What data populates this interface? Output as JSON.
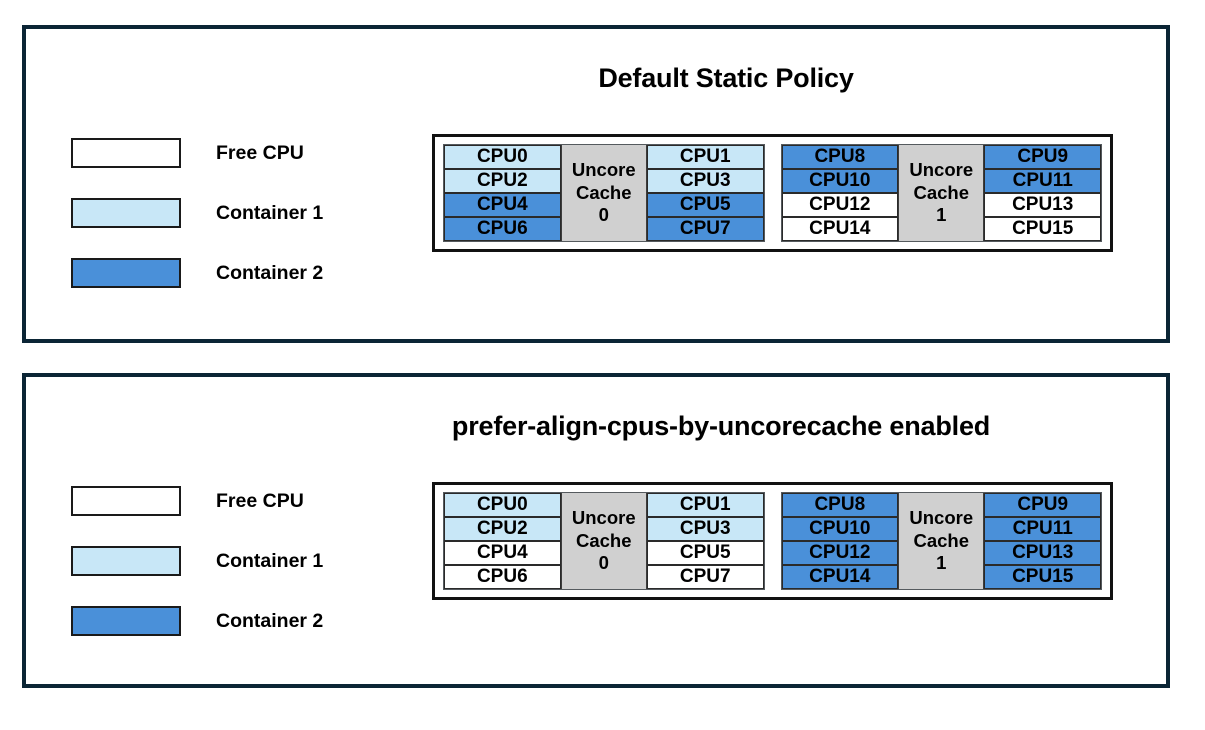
{
  "colors": {
    "free": "#ffffff",
    "container1": "#c8e7f7",
    "container2": "#4a90d9",
    "uncore": "#d0d0d0",
    "panel_border": "#0b2535",
    "cell_border": "#2a2a2a"
  },
  "legend": {
    "items": [
      {
        "label": "Free CPU",
        "fill": "free"
      },
      {
        "label": "Container 1",
        "fill": "container1"
      },
      {
        "label": "Container 2",
        "fill": "container2"
      }
    ]
  },
  "panels": [
    {
      "title": "Default Static Policy",
      "sockets": [
        {
          "uncore_line1": "Uncore",
          "uncore_line2": "Cache",
          "uncore_line3": "0",
          "left_cells": [
            {
              "label": "CPU0",
              "fill": "container1"
            },
            {
              "label": "CPU2",
              "fill": "container1"
            },
            {
              "label": "CPU4",
              "fill": "container2"
            },
            {
              "label": "CPU6",
              "fill": "container2"
            }
          ],
          "right_cells": [
            {
              "label": "CPU1",
              "fill": "container1"
            },
            {
              "label": "CPU3",
              "fill": "container1"
            },
            {
              "label": "CPU5",
              "fill": "container2"
            },
            {
              "label": "CPU7",
              "fill": "container2"
            }
          ]
        },
        {
          "uncore_line1": "Uncore",
          "uncore_line2": "Cache",
          "uncore_line3": "1",
          "left_cells": [
            {
              "label": "CPU8",
              "fill": "container2"
            },
            {
              "label": "CPU10",
              "fill": "container2"
            },
            {
              "label": "CPU12",
              "fill": "free"
            },
            {
              "label": "CPU14",
              "fill": "free"
            }
          ],
          "right_cells": [
            {
              "label": "CPU9",
              "fill": "container2"
            },
            {
              "label": "CPU11",
              "fill": "container2"
            },
            {
              "label": "CPU13",
              "fill": "free"
            },
            {
              "label": "CPU15",
              "fill": "free"
            }
          ]
        }
      ]
    },
    {
      "title": "prefer-align-cpus-by-uncorecache enabled",
      "sockets": [
        {
          "uncore_line1": "Uncore",
          "uncore_line2": "Cache",
          "uncore_line3": "0",
          "left_cells": [
            {
              "label": "CPU0",
              "fill": "container1"
            },
            {
              "label": "CPU2",
              "fill": "container1"
            },
            {
              "label": "CPU4",
              "fill": "free"
            },
            {
              "label": "CPU6",
              "fill": "free"
            }
          ],
          "right_cells": [
            {
              "label": "CPU1",
              "fill": "container1"
            },
            {
              "label": "CPU3",
              "fill": "container1"
            },
            {
              "label": "CPU5",
              "fill": "free"
            },
            {
              "label": "CPU7",
              "fill": "free"
            }
          ]
        },
        {
          "uncore_line1": "Uncore",
          "uncore_line2": "Cache",
          "uncore_line3": "1",
          "left_cells": [
            {
              "label": "CPU8",
              "fill": "container2"
            },
            {
              "label": "CPU10",
              "fill": "container2"
            },
            {
              "label": "CPU12",
              "fill": "container2"
            },
            {
              "label": "CPU14",
              "fill": "container2"
            }
          ],
          "right_cells": [
            {
              "label": "CPU9",
              "fill": "container2"
            },
            {
              "label": "CPU11",
              "fill": "container2"
            },
            {
              "label": "CPU13",
              "fill": "container2"
            },
            {
              "label": "CPU15",
              "fill": "container2"
            }
          ]
        }
      ]
    }
  ]
}
